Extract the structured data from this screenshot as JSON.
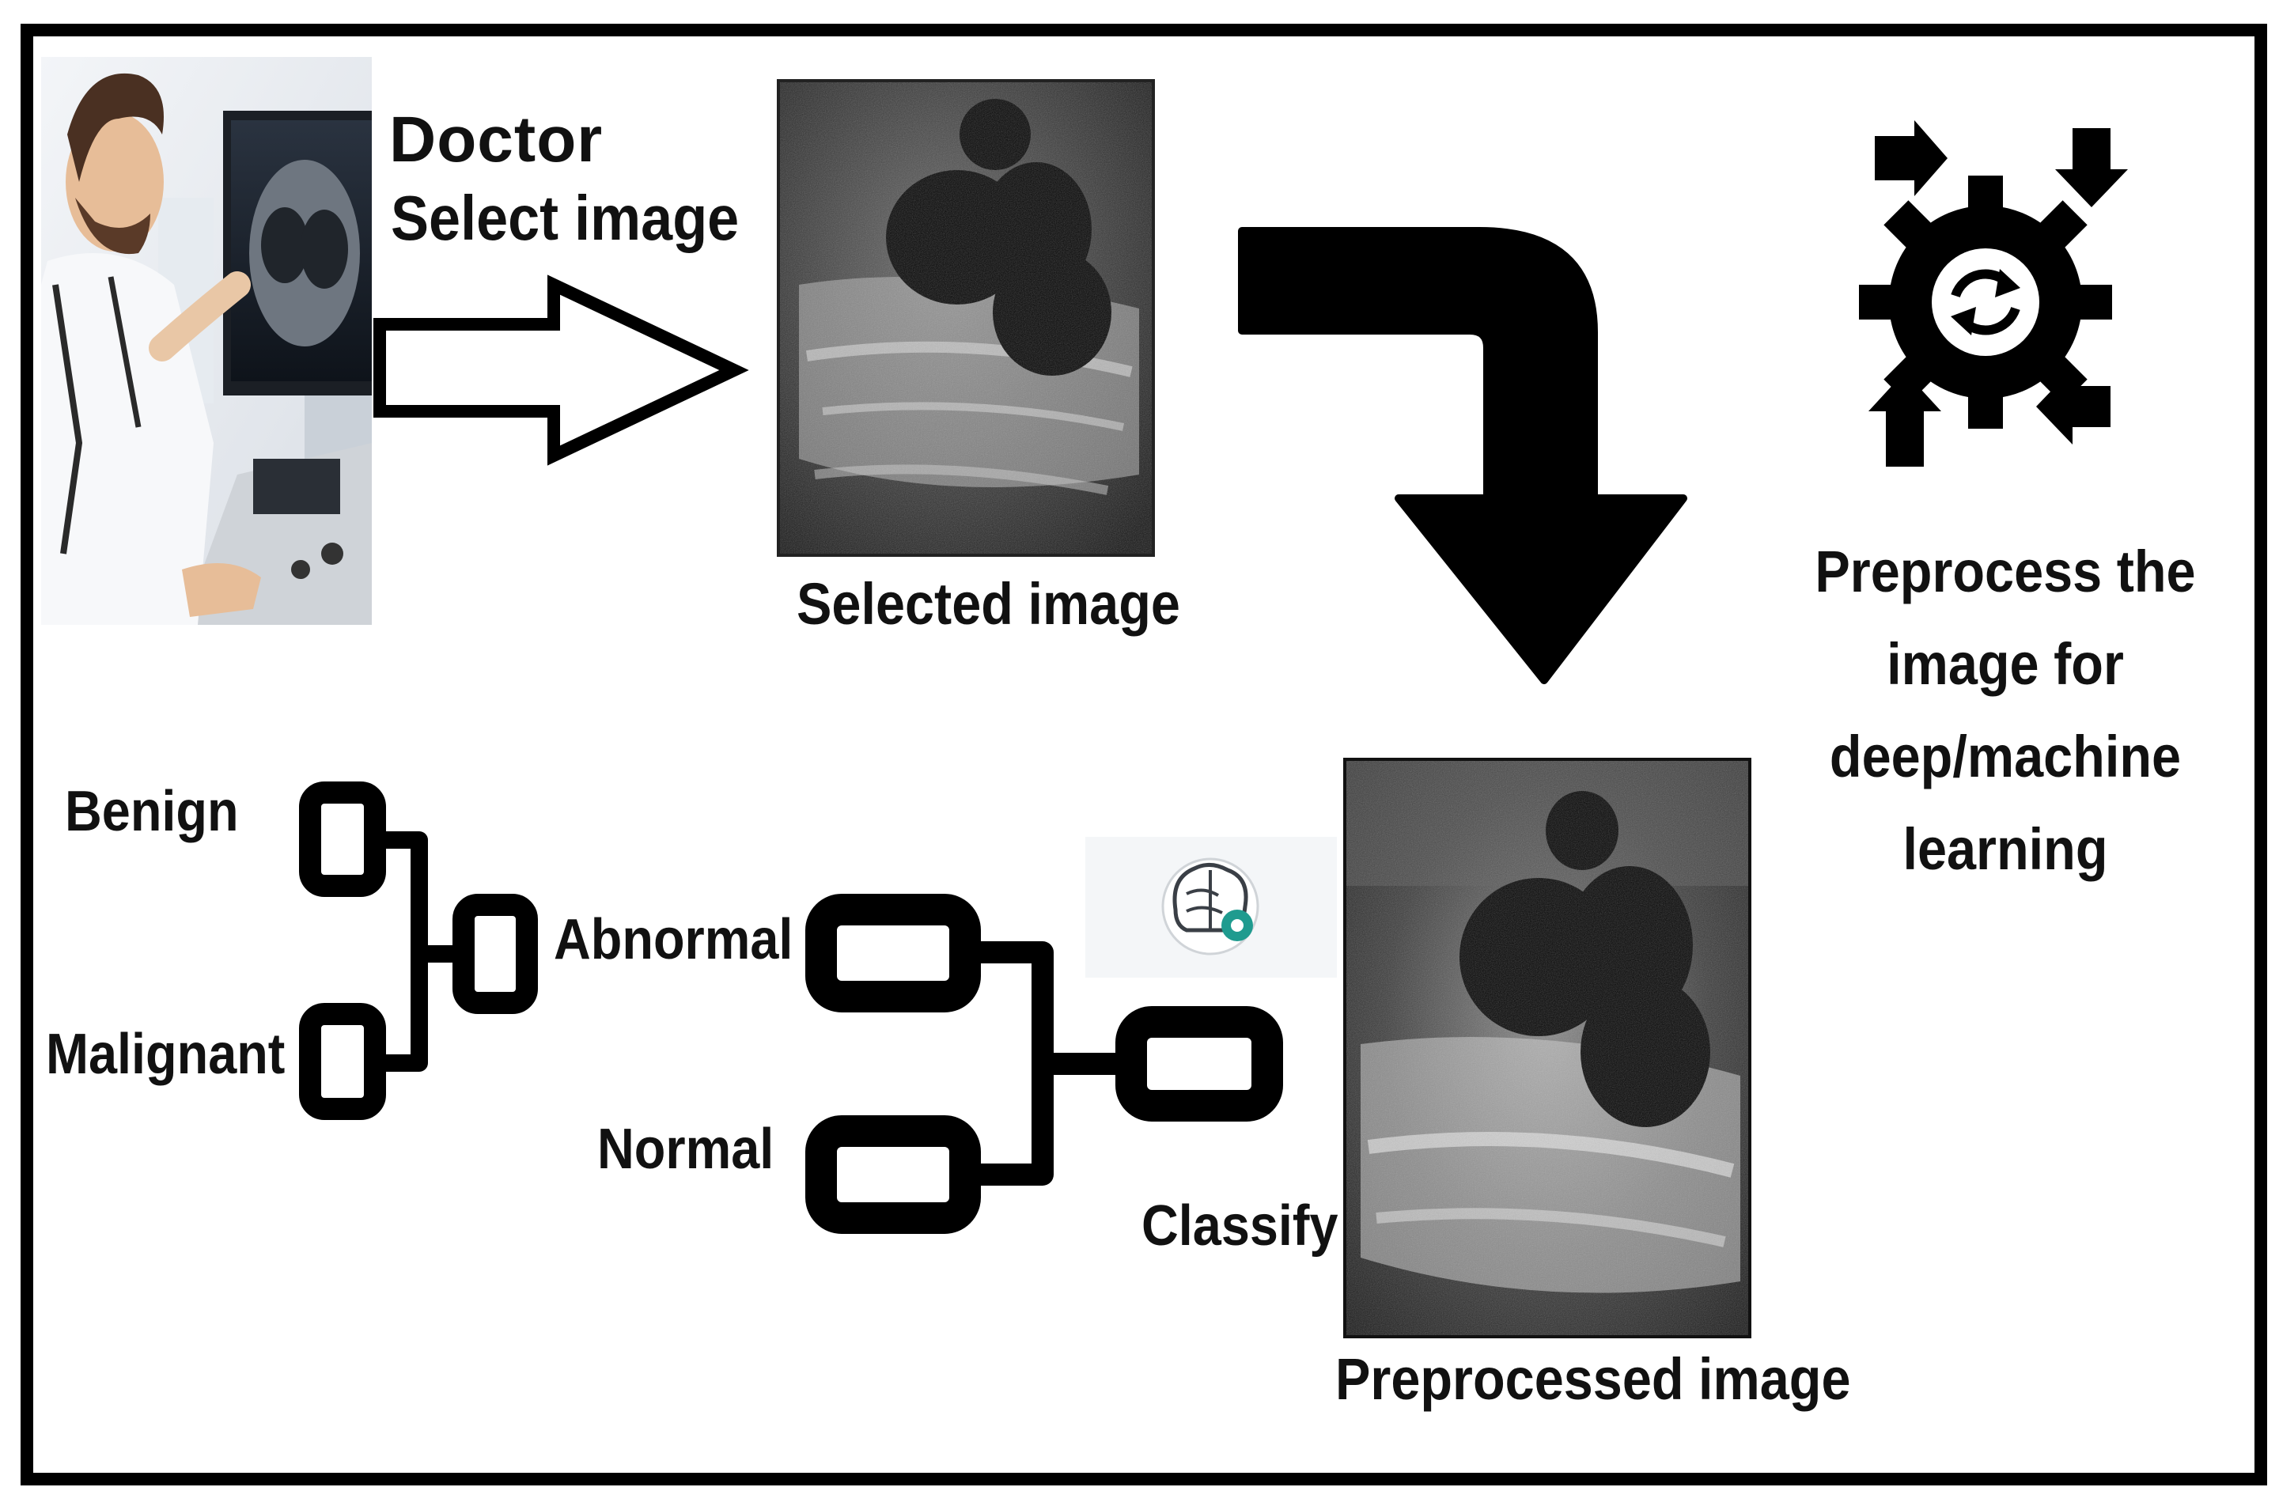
{
  "labels": {
    "doctor": "Doctor",
    "select_image": "Select image",
    "selected_image": "Selected image",
    "preprocess_step": "Preprocess the image for deep/machine learning",
    "benign": "Benign",
    "malignant": "Malignant",
    "abnormal": "Abnormal",
    "normal": "Normal",
    "classify": "Classify",
    "preprocessed_image": "Preprocessed image"
  },
  "icons": {
    "doctor_photo": "doctor-ultrasound-photo",
    "flow_arrow": "outline-right-arrow",
    "bent_arrow": "bent-down-arrow",
    "settings": "gear-with-arrows-icon",
    "ai": "brain-gear-icon",
    "tree": "classification-tree-icon"
  },
  "colors": {
    "ink": "#000000",
    "background": "#ffffff",
    "ai_accent": "#1f9b8f"
  }
}
